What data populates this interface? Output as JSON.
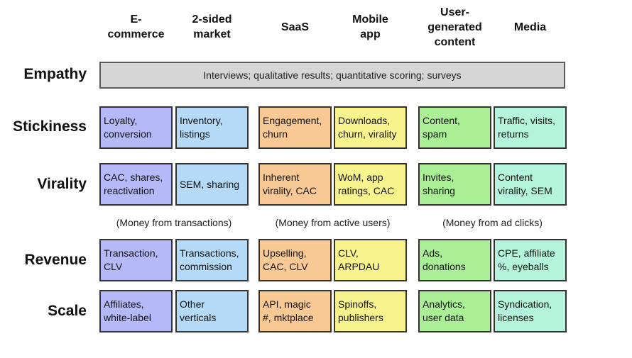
{
  "columns": [
    "E-\ncommerce",
    "2-sided\nmarket",
    "SaaS",
    "Mobile\napp",
    "User-\ngenerated\ncontent",
    "Media"
  ],
  "rows": {
    "empathy": "Empathy",
    "stickiness": "Stickiness",
    "virality": "Virality",
    "revenue": "Revenue",
    "scale": "Scale"
  },
  "empathy_text": "Interviews; qualitative results; quantitative scoring; surveys",
  "stickiness": [
    "Loyalty,\nconversion",
    "Inventory,\nlistings",
    "Engagement,\nchurn",
    "Downloads,\nchurn, virality",
    "Content,\nspam",
    "Traffic, visits,\nreturns"
  ],
  "virality": [
    "CAC, shares,\nreactivation",
    "SEM, sharing",
    "Inherent\nvirality, CAC",
    "WoM, app\nratings, CAC",
    "Invites,\nsharing",
    "Content\nvirality, SEM"
  ],
  "groups": [
    "(Money from transactions)",
    "(Money from active users)",
    "(Money from ad clicks)"
  ],
  "revenue": [
    "Transaction,\nCLV",
    "Transactions,\ncommission",
    "Upselling,\nCAC, CLV",
    "CLV,\nARPDAU",
    "Ads,\ndonations",
    "CPE, affiliate\n%, eyeballs"
  ],
  "scale": [
    "Affiliates,\nwhite-label",
    "Other\nverticals",
    "API, magic\n#, mktplace",
    "Spinoffs,\npublishers",
    "Analytics,\nuser data",
    "Syndication,\nlicenses"
  ],
  "colors": {
    "ecommerce": "#b6b9f7",
    "two_sided": "#b4daf7",
    "saas": "#f8c994",
    "mobile": "#f8f38c",
    "ugc": "#aaee96",
    "media": "#b4f3dc",
    "empathy_bar": "#d6d6d6"
  }
}
